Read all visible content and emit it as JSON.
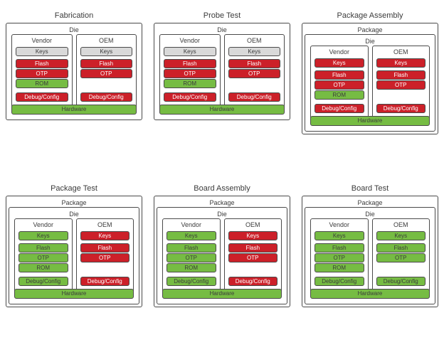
{
  "diagram": {
    "title_style": "lifecycle-stages",
    "colors": {
      "red": "#cc2029",
      "green": "#76bc43",
      "gray": "#d9d9d9",
      "border": "#4a4a4a",
      "background": "#ffffff",
      "text": "#3b3b3b"
    },
    "labels": {
      "package": "Package",
      "die": "Die",
      "vendor": "Vendor",
      "oem": "OEM",
      "hardware": "Hardware",
      "keys": "Keys",
      "flash": "Flash",
      "otp": "OTP",
      "rom": "ROM",
      "debug_config": "Debug/Config"
    },
    "panels": [
      {
        "id": "fabrication",
        "title": "Fabrication",
        "has_package": false,
        "hardware": {
          "label": "Hardware",
          "color": "green"
        },
        "columns": [
          {
            "id": "vendor",
            "label": "Vendor",
            "groups": [
              [
                {
                  "label": "Keys",
                  "color": "gray"
                }
              ],
              [
                {
                  "label": "Flash",
                  "color": "red"
                },
                {
                  "label": "OTP",
                  "color": "red"
                },
                {
                  "label": "ROM",
                  "color": "green"
                }
              ],
              [
                {
                  "label": "Debug/Config",
                  "color": "red"
                }
              ]
            ]
          },
          {
            "id": "oem",
            "label": "OEM",
            "groups": [
              [
                {
                  "label": "Keys",
                  "color": "gray"
                }
              ],
              [
                {
                  "label": "Flash",
                  "color": "red"
                },
                {
                  "label": "OTP",
                  "color": "red"
                }
              ],
              [
                {
                  "label": "Debug/Config",
                  "color": "red"
                }
              ]
            ]
          }
        ]
      },
      {
        "id": "probe-test",
        "title": "Probe Test",
        "has_package": false,
        "hardware": {
          "label": "Hardware",
          "color": "green"
        },
        "columns": [
          {
            "id": "vendor",
            "label": "Vendor",
            "groups": [
              [
                {
                  "label": "Keys",
                  "color": "gray"
                }
              ],
              [
                {
                  "label": "Flash",
                  "color": "red"
                },
                {
                  "label": "OTP",
                  "color": "red"
                },
                {
                  "label": "ROM",
                  "color": "green"
                }
              ],
              [
                {
                  "label": "Debug/Config",
                  "color": "red"
                }
              ]
            ]
          },
          {
            "id": "oem",
            "label": "OEM",
            "groups": [
              [
                {
                  "label": "Keys",
                  "color": "gray"
                }
              ],
              [
                {
                  "label": "Flash",
                  "color": "red"
                },
                {
                  "label": "OTP",
                  "color": "red"
                }
              ],
              [
                {
                  "label": "Debug/Config",
                  "color": "red"
                }
              ]
            ]
          }
        ]
      },
      {
        "id": "package-assembly",
        "title": "Package Assembly",
        "has_package": true,
        "hardware": {
          "label": "Hardware",
          "color": "green"
        },
        "columns": [
          {
            "id": "vendor",
            "label": "Vendor",
            "groups": [
              [
                {
                  "label": "Keys",
                  "color": "red"
                }
              ],
              [
                {
                  "label": "Flash",
                  "color": "red"
                },
                {
                  "label": "OTP",
                  "color": "red"
                },
                {
                  "label": "ROM",
                  "color": "green"
                }
              ],
              [
                {
                  "label": "Debug/Config",
                  "color": "red"
                }
              ]
            ]
          },
          {
            "id": "oem",
            "label": "OEM",
            "groups": [
              [
                {
                  "label": "Keys",
                  "color": "red"
                }
              ],
              [
                {
                  "label": "Flash",
                  "color": "red"
                },
                {
                  "label": "OTP",
                  "color": "red"
                }
              ],
              [
                {
                  "label": "Debug/Config",
                  "color": "red"
                }
              ]
            ]
          }
        ]
      },
      {
        "id": "package-test",
        "title": "Package Test",
        "has_package": true,
        "hardware": {
          "label": "Hardware",
          "color": "green"
        },
        "columns": [
          {
            "id": "vendor",
            "label": "Vendor",
            "groups": [
              [
                {
                  "label": "Keys",
                  "color": "green"
                }
              ],
              [
                {
                  "label": "Flash",
                  "color": "green"
                },
                {
                  "label": "OTP",
                  "color": "green"
                },
                {
                  "label": "ROM",
                  "color": "green"
                }
              ],
              [
                {
                  "label": "Debug/Config",
                  "color": "green"
                }
              ]
            ]
          },
          {
            "id": "oem",
            "label": "OEM",
            "groups": [
              [
                {
                  "label": "Keys",
                  "color": "red"
                }
              ],
              [
                {
                  "label": "Flash",
                  "color": "red"
                },
                {
                  "label": "OTP",
                  "color": "red"
                }
              ],
              [
                {
                  "label": "Debug/Config",
                  "color": "red"
                }
              ]
            ]
          }
        ]
      },
      {
        "id": "board-assembly",
        "title": "Board Assembly",
        "has_package": true,
        "hardware": {
          "label": "Hardware",
          "color": "green"
        },
        "columns": [
          {
            "id": "vendor",
            "label": "Vendor",
            "groups": [
              [
                {
                  "label": "Keys",
                  "color": "green"
                }
              ],
              [
                {
                  "label": "Flash",
                  "color": "green"
                },
                {
                  "label": "OTP",
                  "color": "green"
                },
                {
                  "label": "ROM",
                  "color": "green"
                }
              ],
              [
                {
                  "label": "Debug/Config",
                  "color": "green"
                }
              ]
            ]
          },
          {
            "id": "oem",
            "label": "OEM",
            "groups": [
              [
                {
                  "label": "Keys",
                  "color": "red"
                }
              ],
              [
                {
                  "label": "Flash",
                  "color": "red"
                },
                {
                  "label": "OTP",
                  "color": "red"
                }
              ],
              [
                {
                  "label": "Debug/Config",
                  "color": "red"
                }
              ]
            ]
          }
        ]
      },
      {
        "id": "board-test",
        "title": "Board Test",
        "has_package": true,
        "hardware": {
          "label": "Hardware",
          "color": "green"
        },
        "columns": [
          {
            "id": "vendor",
            "label": "Vendor",
            "groups": [
              [
                {
                  "label": "Keys",
                  "color": "green"
                }
              ],
              [
                {
                  "label": "Flash",
                  "color": "green"
                },
                {
                  "label": "OTP",
                  "color": "green"
                },
                {
                  "label": "ROM",
                  "color": "green"
                }
              ],
              [
                {
                  "label": "Debug/Config",
                  "color": "green"
                }
              ]
            ]
          },
          {
            "id": "oem",
            "label": "OEM",
            "groups": [
              [
                {
                  "label": "Keys",
                  "color": "green"
                }
              ],
              [
                {
                  "label": "Flash",
                  "color": "green"
                },
                {
                  "label": "OTP",
                  "color": "green"
                }
              ],
              [
                {
                  "label": "Debug/Config",
                  "color": "green"
                }
              ]
            ]
          }
        ]
      }
    ]
  }
}
